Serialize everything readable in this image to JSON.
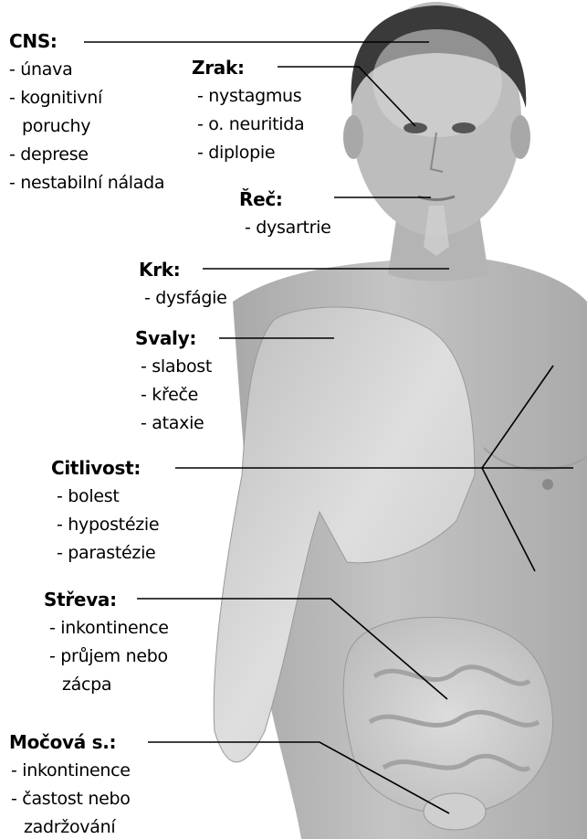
{
  "groups": {
    "cns": {
      "heading": "CNS:",
      "items": [
        "- únava",
        "- kognitivní",
        "poruchy",
        "- deprese",
        "- nestabilní nálada"
      ]
    },
    "zrak": {
      "heading": "Zrak:",
      "items": [
        "- nystagmus",
        "- o. neuritida",
        "- diplopie"
      ]
    },
    "rec": {
      "heading": "Řeč:",
      "items": [
        "- dysartrie"
      ]
    },
    "krk": {
      "heading": "Krk:",
      "items": [
        "- dysfágie"
      ]
    },
    "svaly": {
      "heading": "Svaly:",
      "items": [
        "- slabost",
        "- křeče",
        "- ataxie"
      ]
    },
    "citlivost": {
      "heading": "Citlivost:",
      "items": [
        "- bolest",
        "- hypostézie",
        "- parastézie"
      ]
    },
    "streva": {
      "heading": "Střeva:",
      "items": [
        "- inkontinence",
        "- průjem nebo",
        "zácpa"
      ]
    },
    "mocova": {
      "heading": "Močová s.:",
      "items": [
        "- inkontinence",
        "- častost nebo",
        "zadržování"
      ]
    }
  },
  "colors": {
    "skin": "#b9b9b9",
    "muscle": "#d2d2d2",
    "hair": "#3a3a3a",
    "leader": "#000000"
  }
}
